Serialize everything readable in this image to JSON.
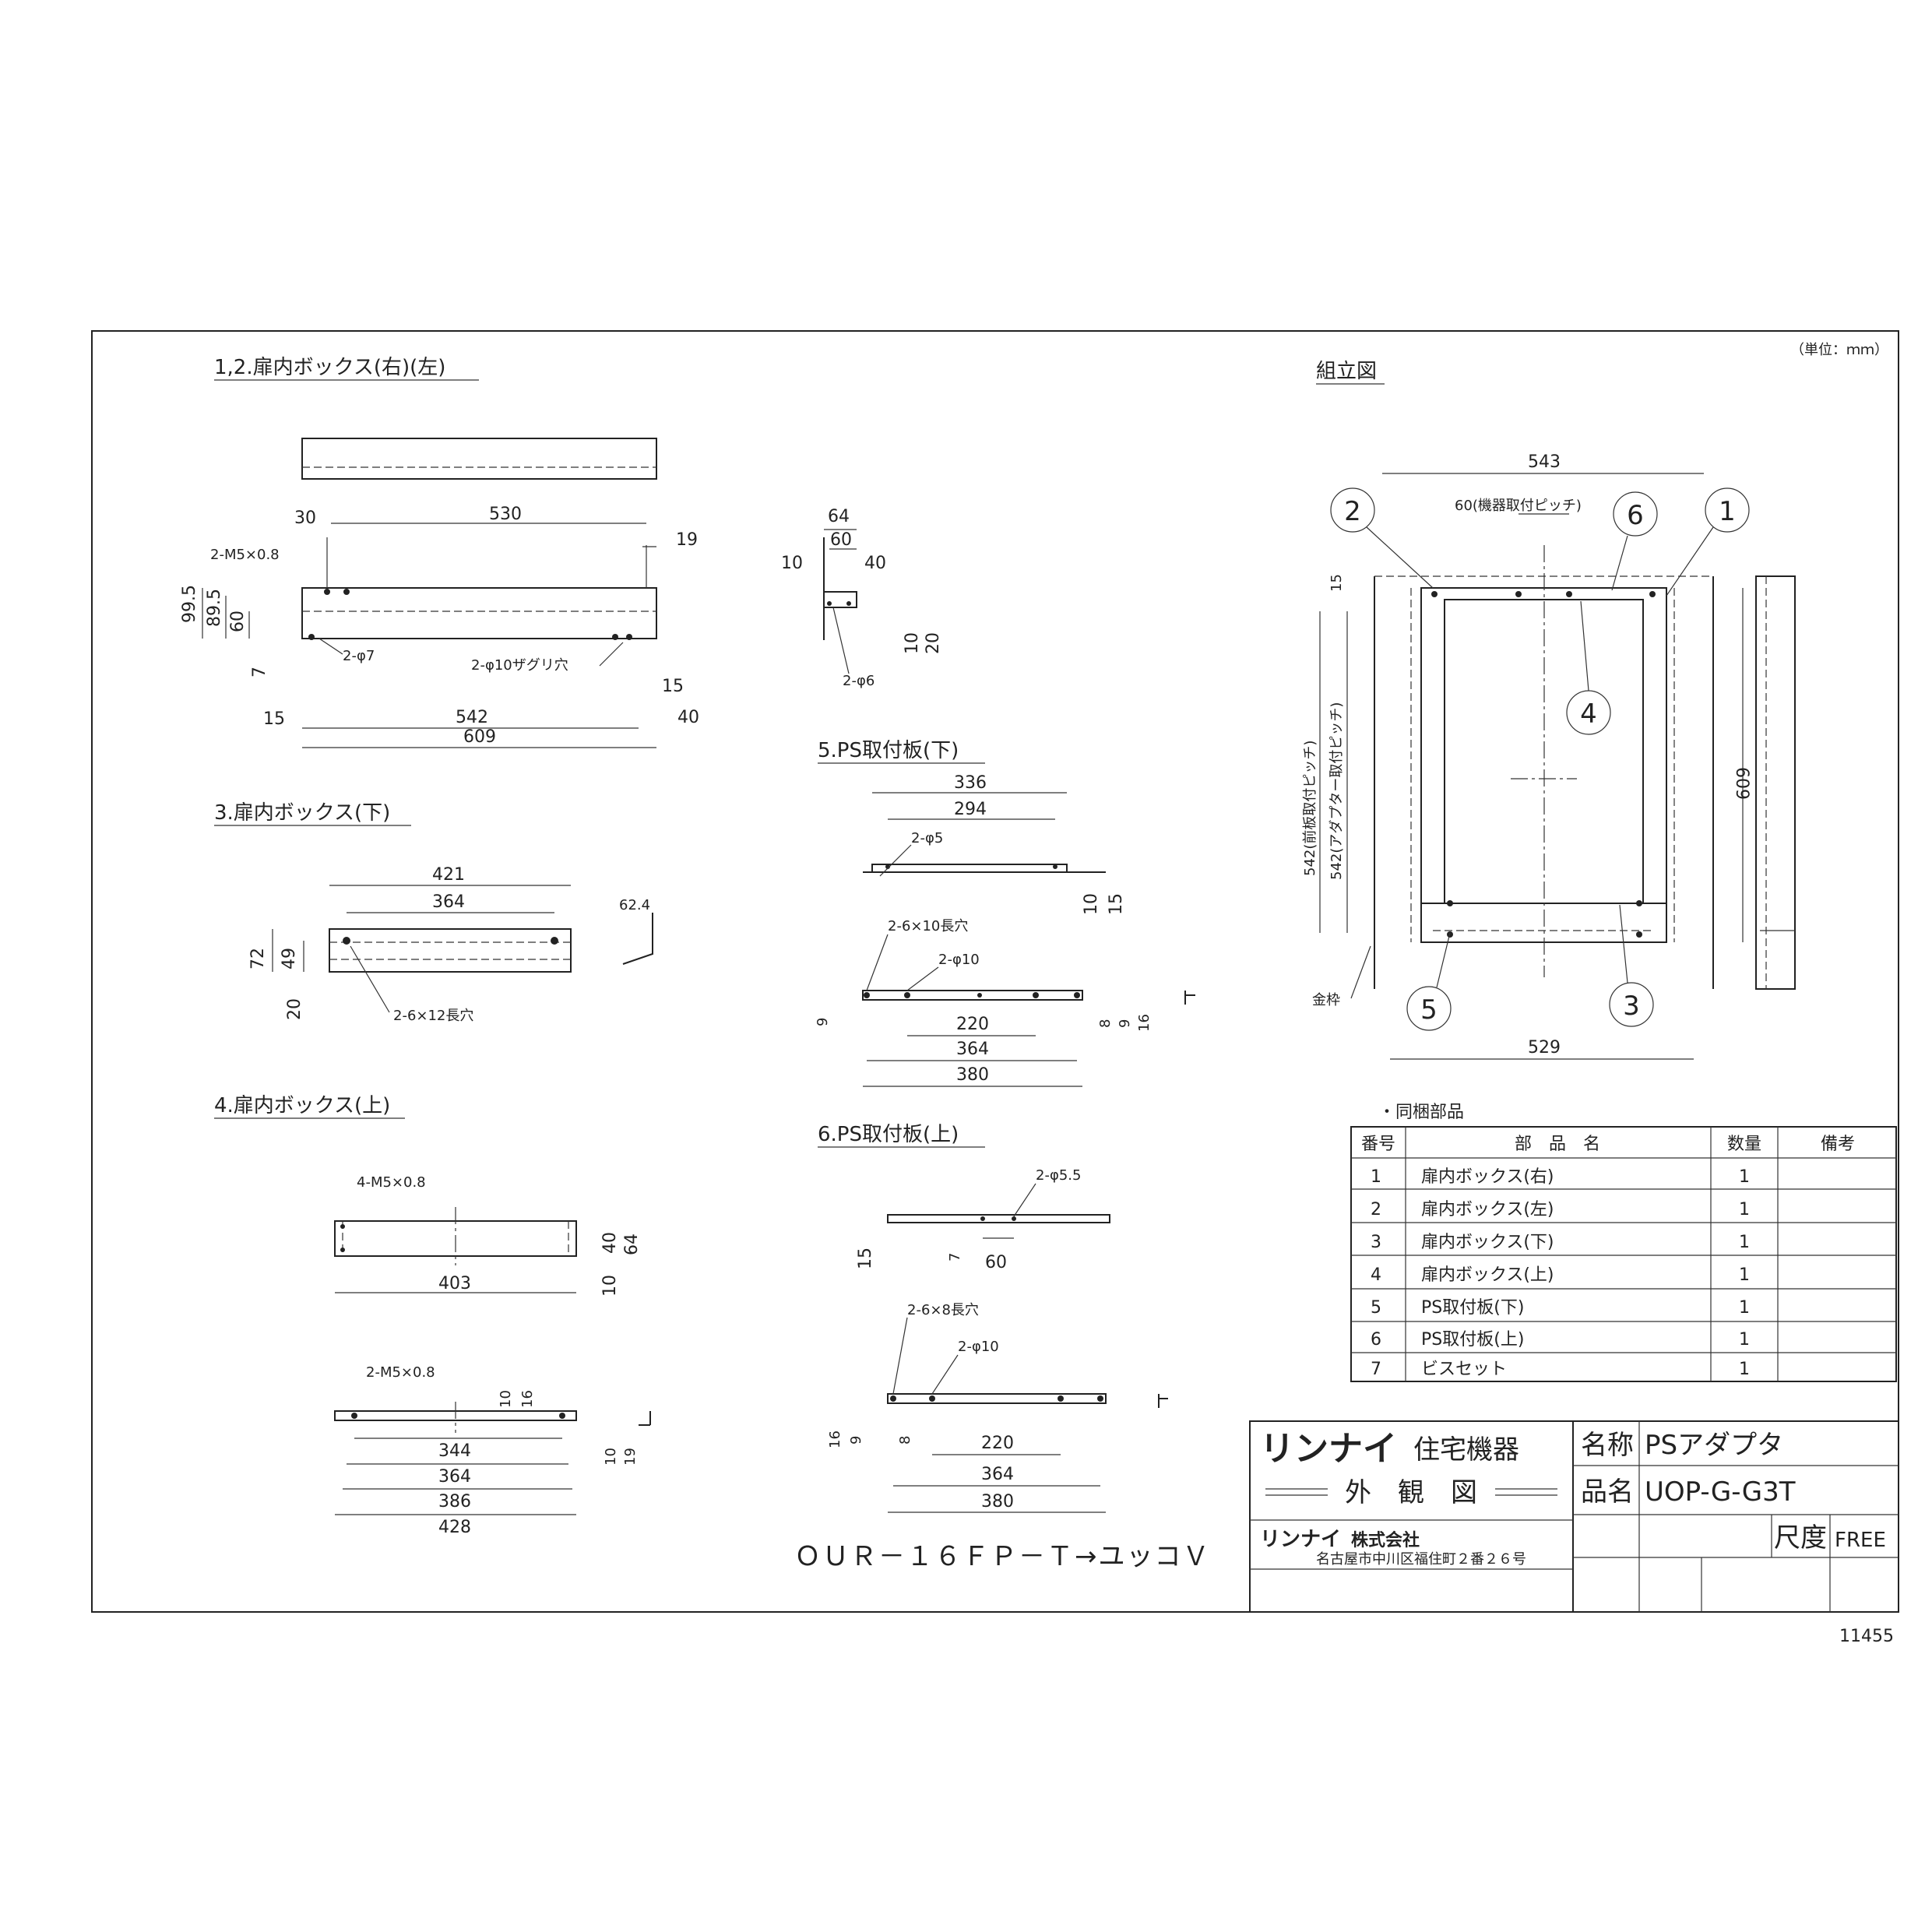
{
  "unit_note": "（単位：ｍｍ）",
  "views": {
    "v12": {
      "title": "1,2.扉内ボックス(右)(左)",
      "dims": [
        "30",
        "530",
        "19",
        "2-M5×0.8",
        "99.5",
        "89.5",
        "60",
        "7",
        "2-φ7",
        "2-φ10ザグリ穴",
        "15",
        "15",
        "542",
        "40",
        "609"
      ]
    },
    "v3": {
      "title": "3.扉内ボックス(下)",
      "dims": [
        "421",
        "364",
        "72",
        "49",
        "20",
        "2-6×12長穴",
        "62.4"
      ]
    },
    "v4": {
      "title": "4.扉内ボックス(上)",
      "dims": [
        "4-M5×0.8",
        "40",
        "64",
        "403",
        "10",
        "2-M5×0.8",
        "10",
        "16",
        "344",
        "364",
        "386",
        "428",
        "10",
        "19"
      ]
    },
    "v_side": {
      "dims": [
        "64",
        "60",
        "40",
        "10",
        "10",
        "20",
        "2-φ6"
      ]
    },
    "v5": {
      "title": "5.PS取付板(下)",
      "dims": [
        "336",
        "294",
        "2-φ5",
        "10",
        "15",
        "2-6×10長穴",
        "2-φ10",
        "9",
        "220",
        "364",
        "380",
        "8",
        "9",
        "16"
      ]
    },
    "v6": {
      "title": "6.PS取付板(上)",
      "dims": [
        "2-φ5.5",
        "15",
        "7",
        "60",
        "2-6×8長穴",
        "2-φ10",
        "16",
        "9",
        "8",
        "220",
        "364",
        "380"
      ]
    },
    "assembly": {
      "title": "組立図",
      "dims": [
        "543",
        "60(機器取付ピッチ)",
        "15",
        "542(前板取付ピッチ)",
        "542(アダプター取付ピッチ)",
        "609",
        "金枠",
        "529"
      ],
      "balloons": [
        "2",
        "6",
        "1",
        "4",
        "5",
        "3"
      ]
    }
  },
  "parts_table": {
    "caption": "・同梱部品",
    "headers": [
      "番号",
      "部　品　名",
      "数量",
      "備考"
    ],
    "rows": [
      {
        "no": "1",
        "name": "扉内ボックス(右)",
        "qty": "1",
        "note": ""
      },
      {
        "no": "2",
        "name": "扉内ボックス(左)",
        "qty": "1",
        "note": ""
      },
      {
        "no": "3",
        "name": "扉内ボックス(下)",
        "qty": "1",
        "note": ""
      },
      {
        "no": "4",
        "name": "扉内ボックス(上)",
        "qty": "1",
        "note": ""
      },
      {
        "no": "5",
        "name": "PS取付板(下)",
        "qty": "1",
        "note": ""
      },
      {
        "no": "6",
        "name": "PS取付板(上)",
        "qty": "1",
        "note": ""
      },
      {
        "no": "7",
        "name": "ビスセット",
        "qty": "1",
        "note": ""
      }
    ]
  },
  "title_block": {
    "brand": "リンナイ",
    "brand_suffix": "住宅機器",
    "drawing_kind": "外　観　図",
    "company": "リンナイ",
    "company_suffix": "株式会社",
    "address": "名古屋市中川区福住町２番２６号",
    "name_label": "名称",
    "name_value": "PSアダプタ",
    "product_label": "品名",
    "product_value": "UOP-G-G3T",
    "scale_label": "尺度",
    "scale_value": "FREE"
  },
  "model_note": "ＯＵＲ－１６ＦＰ－Ｔ→ユッコＶ",
  "sheet_number": "11455"
}
